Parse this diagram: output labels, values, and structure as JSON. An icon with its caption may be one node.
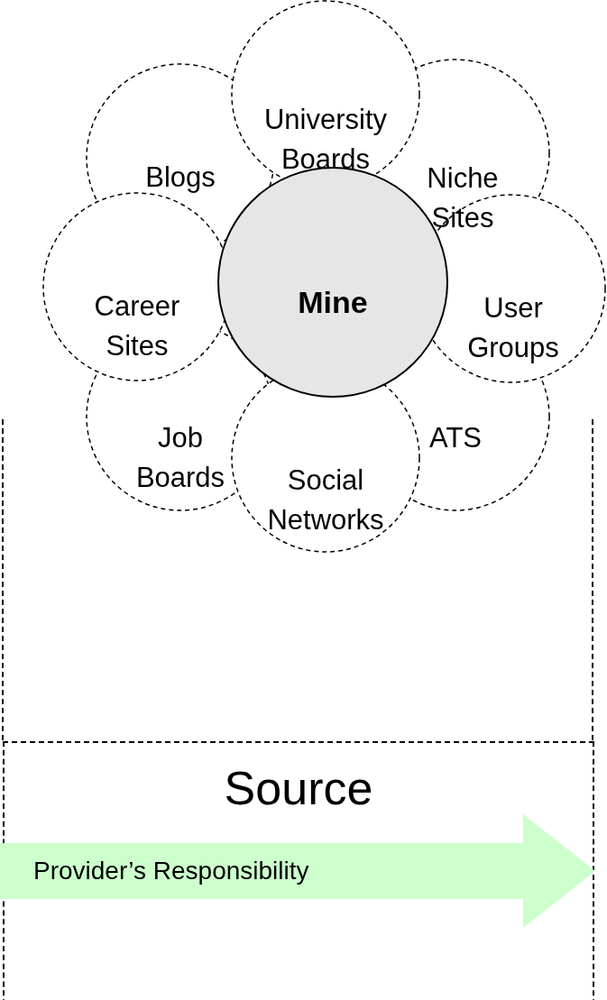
{
  "diagram": {
    "nodes": [
      {
        "text": [
          "University Boards"
        ]
      },
      {
        "text": [
          "Blogs"
        ]
      },
      {
        "text": [
          "Niche Sites"
        ]
      },
      {
        "text": [
          "Career Sites"
        ]
      },
      {
        "text": [
          "Mine"
        ]
      },
      {
        "text": [
          "User Groups"
        ]
      },
      {
        "text": [
          "Job Boards"
        ]
      },
      {
        "text": [
          "ATS"
        ]
      },
      {
        "text": [
          "Social Networks"
        ]
      },
      {
        "text": [
          "Source"
        ]
      },
      {
        "text": [
          "Provider’s Responsibility"
        ],
        "in": 9
      }
    ],
    "edges": []
  }
}
